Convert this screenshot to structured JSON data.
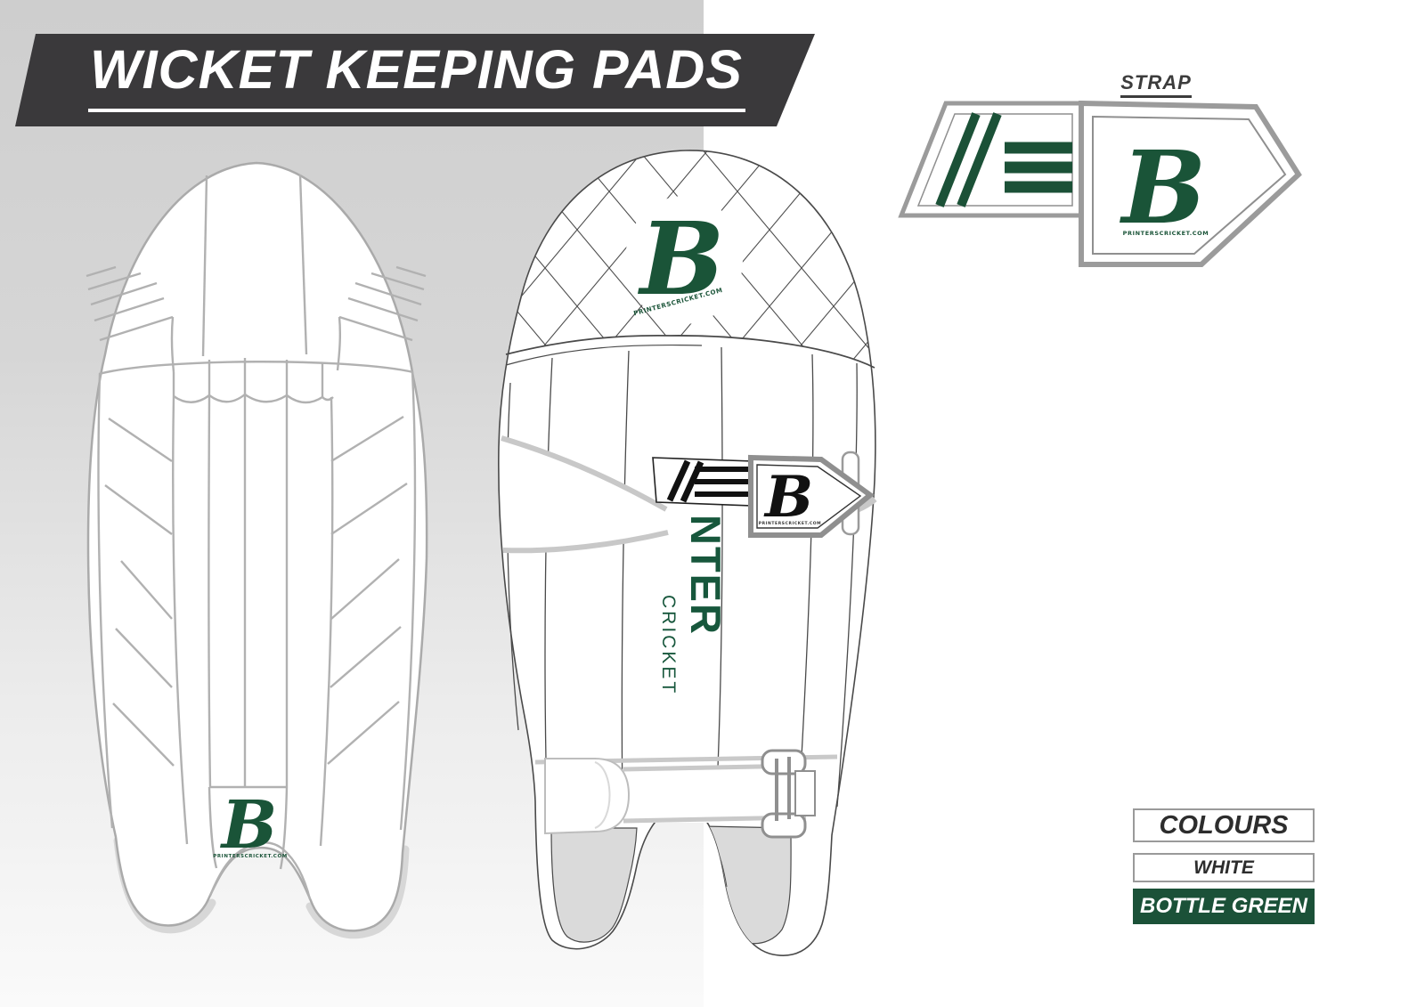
{
  "title": {
    "text": "WICKET KEEPING PADS"
  },
  "strap_diagram": {
    "label": "STRAP"
  },
  "brand": {
    "initial": "B",
    "tagline": "PRINTERSCRICKET.COM"
  },
  "pad_front": {
    "vertical_text_upper": "NTER",
    "vertical_text_lower": "CRICKET"
  },
  "colours": {
    "header": "COLOURS",
    "swatches": [
      {
        "label": "WHITE",
        "fill": "#ffffff",
        "text_color": "#2d2d2d"
      },
      {
        "label": "BOTTLE GREEN",
        "fill": "#1b5138",
        "text_color": "#ffffff"
      }
    ]
  },
  "palette": {
    "bottle_green": "#1b5138",
    "logo_green": "#1a5438",
    "banner_dark": "#3a393b",
    "background_gray": "#cecece",
    "back_pad_line_gray": "#b0b0b0",
    "front_pad_line": "#4a4a4a",
    "strap_outline_gray": "#9b9b9b",
    "inner_pad_gray": "#dadada"
  }
}
